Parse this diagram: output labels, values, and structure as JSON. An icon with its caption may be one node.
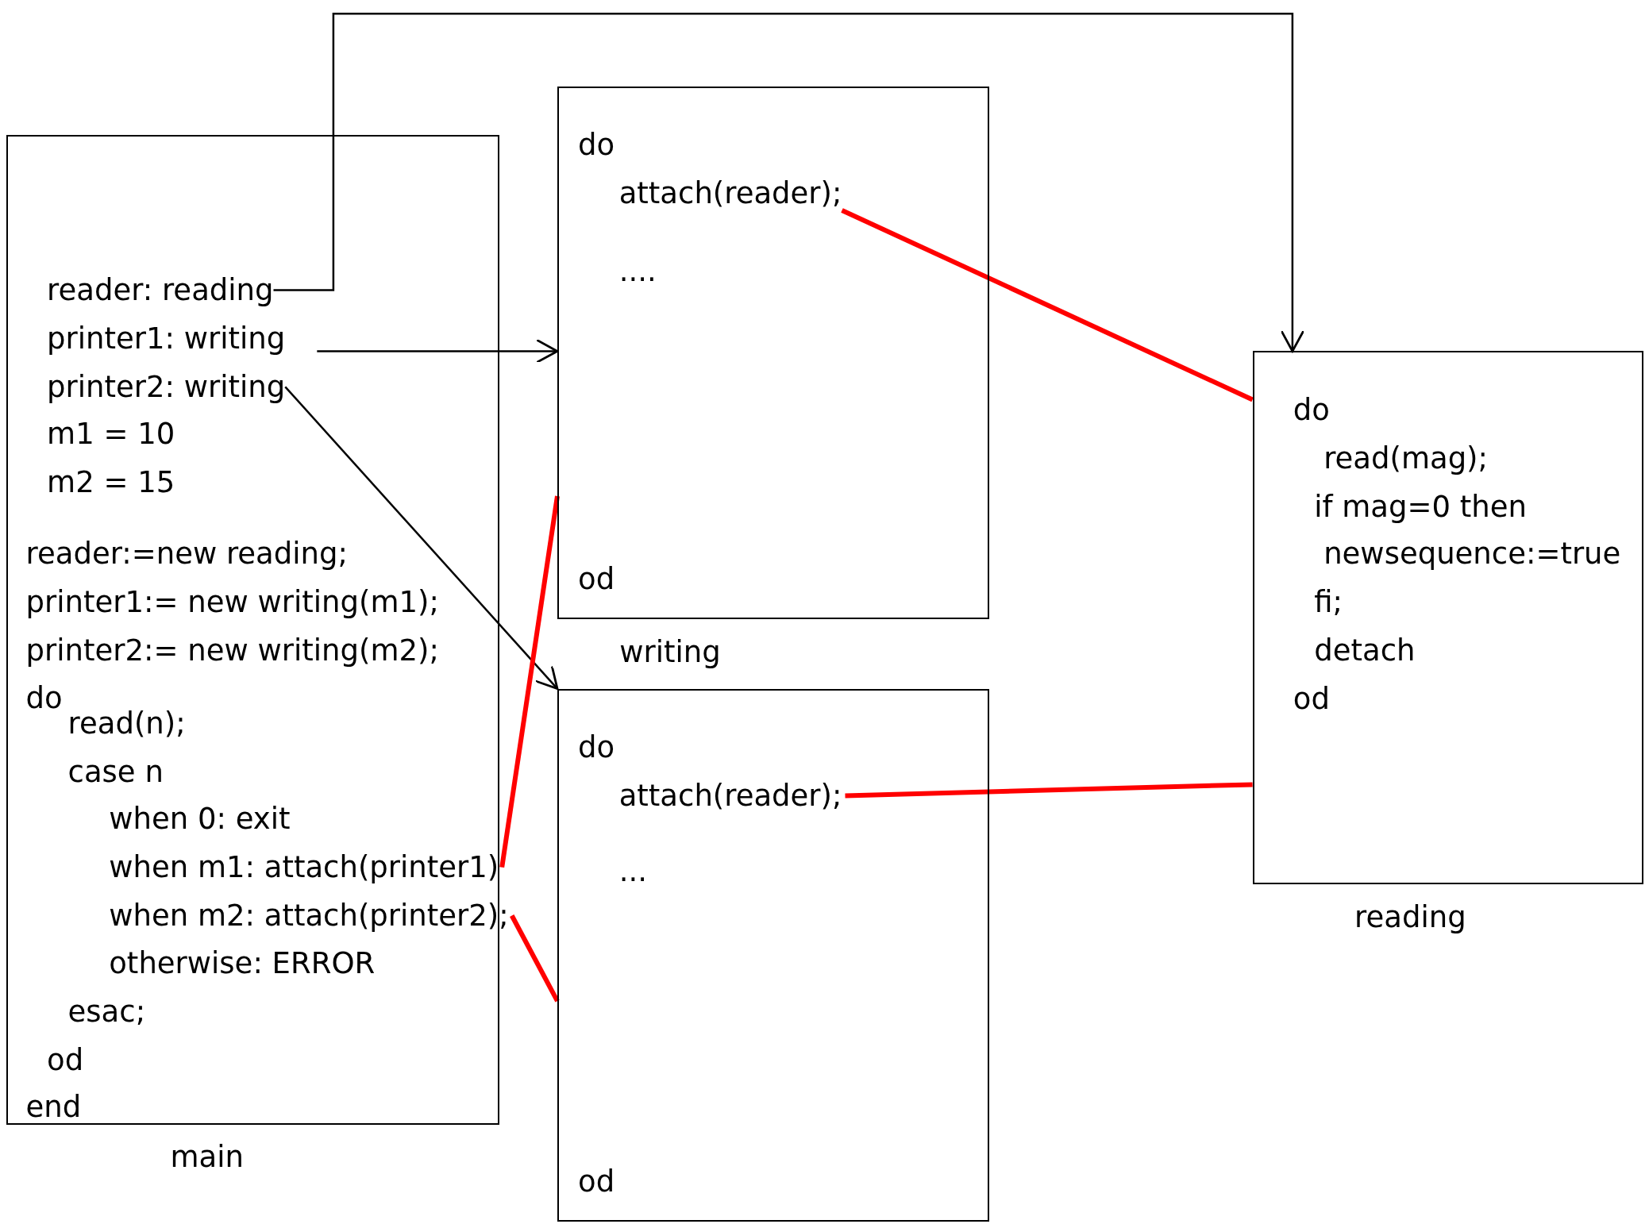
{
  "diagram": {
    "nodes": [
      {
        "text": [
          "m1 = 10",
          "m2 = 15",
          "reader:=new reading;",
          "printer1:= new writing(m1);",
          "printer2:= new writing(m2);",
          "do",
          "read(n);",
          "case n",
          "when 0: exit",
          "otherwise: ERROR",
          "esac;",
          "od",
          "end"
        ],
        "beside": [
          "main"
        ]
      },
      {
        "text": [
          "reader: reading"
        ],
        "in": 0
      },
      {
        "text": [
          "printer1: writing"
        ],
        "in": 0
      },
      {
        "text": [
          "printer2: writing"
        ],
        "in": 0
      },
      {
        "text": [
          "when m1: attach(printer1)"
        ],
        "in": 0
      },
      {
        "text": [
          "when m2: attach(printer2);"
        ],
        "in": 0
      },
      {
        "text": [
          "do",
          "....",
          "od"
        ],
        "beside": [
          "writing"
        ]
      },
      {
        "text": [
          "attach(reader);"
        ],
        "in": 6
      },
      {
        "text": [
          "do",
          "...",
          "od"
        ]
      },
      {
        "text": [
          "attach(reader);"
        ],
        "in": 8
      },
      {
        "text": [
          "do",
          "read(mag);",
          "if mag=0 then",
          "newsequence:=true",
          "fi;",
          "detach",
          "od"
        ],
        "beside": [
          "reading"
        ]
      }
    ],
    "edges": [
      {
        "from": 1,
        "to": 10,
        "arrow": "to",
        "color": "#000000"
      },
      {
        "from": 2,
        "to": 6,
        "arrow": "to",
        "color": "#000000"
      },
      {
        "from": 3,
        "to": 8,
        "arrow": "to",
        "color": "#000000"
      },
      {
        "from": 7,
        "to": 10,
        "arrow": "none"
      },
      {
        "from": 10,
        "to": 9,
        "arrow": "none"
      },
      {
        "from": 4,
        "to": 6,
        "arrow": "none"
      },
      {
        "from": 5,
        "to": 8,
        "arrow": "none"
      }
    ]
  }
}
